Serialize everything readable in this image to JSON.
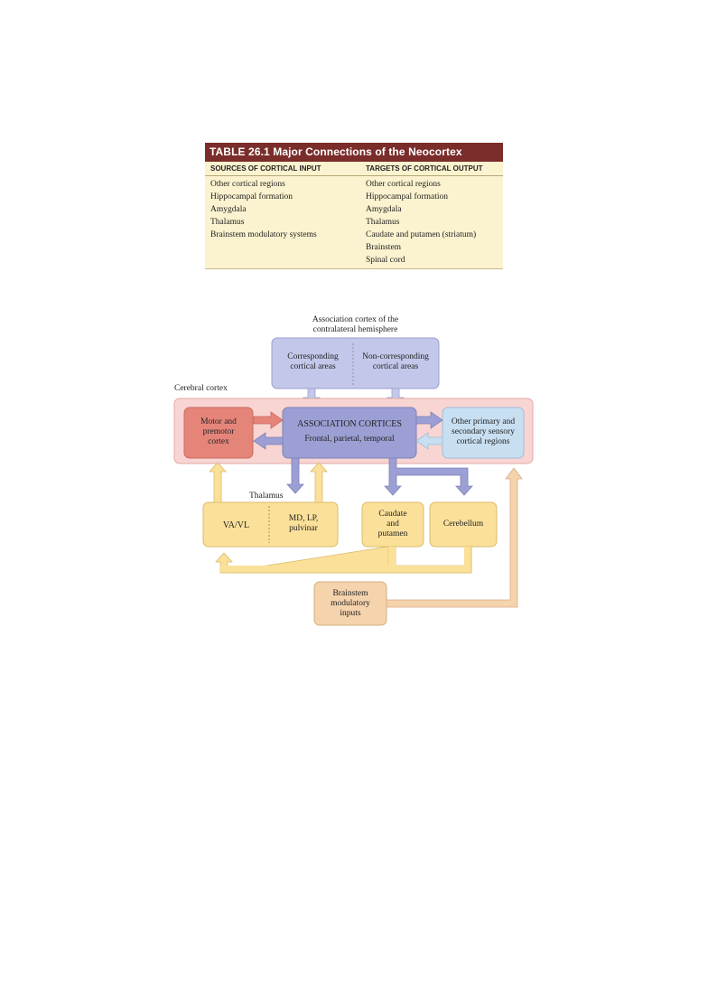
{
  "table": {
    "title": "TABLE 26.1  Major Connections of the Neocortex",
    "header_input": "SOURCES OF CORTICAL INPUT",
    "header_output": "TARGETS OF CORTICAL OUTPUT",
    "inputs": [
      "Other cortical regions",
      "Hippocampal formation",
      "Amygdala",
      "Thalamus",
      "Brainstem modulatory systems"
    ],
    "outputs": [
      "Other cortical regions",
      "Hippocampal formation",
      "Amygdala",
      "Thalamus",
      "Caudate and putamen (striatum)",
      "Brainstem",
      "Spinal cord"
    ]
  },
  "diagram": {
    "contralateral_label": [
      "Association cortex of the",
      "contralateral hemisphere"
    ],
    "corresponding": [
      "Corresponding",
      "cortical areas"
    ],
    "non_corresponding": [
      "Non-corresponding",
      "cortical areas"
    ],
    "cerebral_cortex_label": "Cerebral cortex",
    "motor": [
      "Motor and",
      "premotor",
      "cortex"
    ],
    "association_title": "ASSOCIATION CORTICES",
    "association_sub": "Frontal, parietal, temporal",
    "other_primary": [
      "Other primary and",
      "secondary sensory",
      "cortical regions"
    ],
    "thalamus_label": "Thalamus",
    "vavl": "VA/VL",
    "md": [
      "MD, LP,",
      "pulvinar"
    ],
    "caudate": [
      "Caudate",
      "and",
      "putamen"
    ],
    "cerebellum": "Cerebellum",
    "brainstem": [
      "Brainstem",
      "modulatory",
      "inputs"
    ]
  },
  "colors": {
    "table_title_bg": "#7a2d2a",
    "table_bg": "#fbf3cf",
    "cortex_bg": "#f8d5d3",
    "association": "#9c9fd3",
    "motor": "#e5857a",
    "sensory": "#c8dff2",
    "contralateral": "#c3c8ea",
    "thalamus": "#fbe09a",
    "brainstem": "#f5d3ad"
  }
}
